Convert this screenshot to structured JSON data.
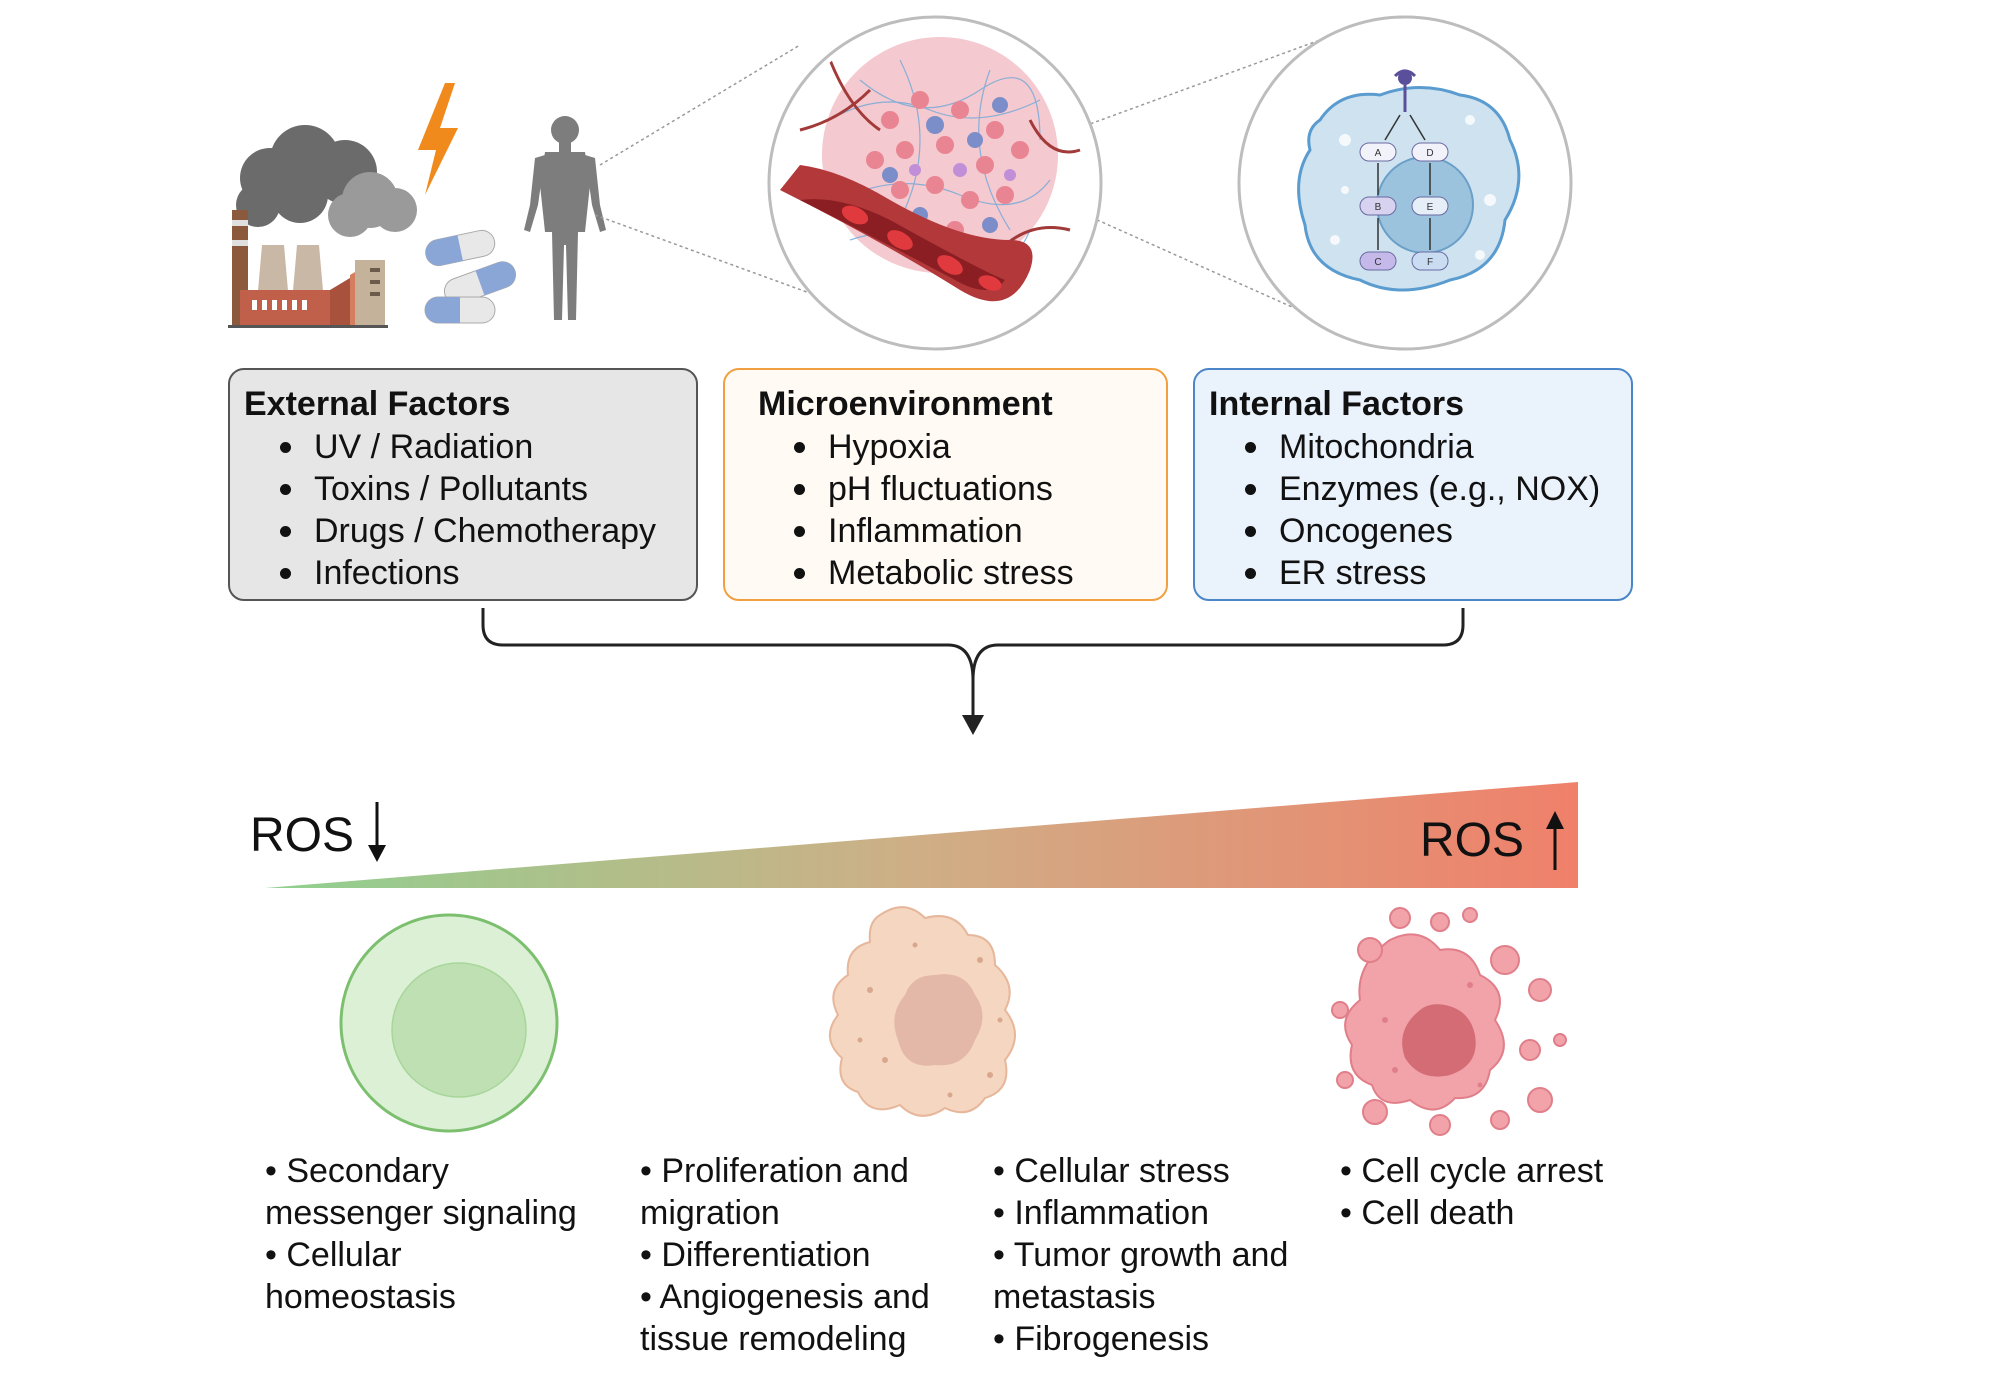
{
  "factors": [
    {
      "title": "External Factors",
      "items": [
        "UV / Radiation",
        "Toxins / Pollutants",
        "Drugs / Chemotherapy",
        "Infections"
      ],
      "border": "#555555",
      "fill": "#e6e6e6"
    },
    {
      "title": "Microenvironment",
      "items": [
        "Hypoxia",
        "pH fluctuations",
        "Inflammation",
        "Metabolic stress"
      ],
      "border": "#f0a040",
      "fill": "#fffaf4"
    },
    {
      "title": "Internal Factors",
      "items": [
        "Mitochondria",
        "Enzymes (e.g., NOX)",
        "Oncogenes",
        "ER stress"
      ],
      "border": "#4a86c8",
      "fill": "#eaf2fc"
    }
  ],
  "ros": {
    "low_label": "ROS",
    "high_label": "ROS"
  },
  "gradient_colors": {
    "low": "#8fd08f",
    "mid": "#cfae86",
    "high": "#f0806a"
  },
  "pathway_nodes": [
    "A",
    "B",
    "C",
    "D",
    "E",
    "F"
  ],
  "outcomes": {
    "low": [
      "• Secondary",
      "messenger signaling",
      "• Cellular",
      "homeostasis"
    ],
    "mid_a": [
      "• Proliferation and",
      "migration",
      "• Differentiation",
      "• Angiogenesis and",
      "tissue remodeling"
    ],
    "mid_b": [
      "• Cellular stress",
      "• Inflammation",
      "• Tumor growth and",
      "metastasis",
      "• Fibrogenesis"
    ],
    "high": [
      "• Cell cycle arrest",
      "• Cell death"
    ]
  }
}
